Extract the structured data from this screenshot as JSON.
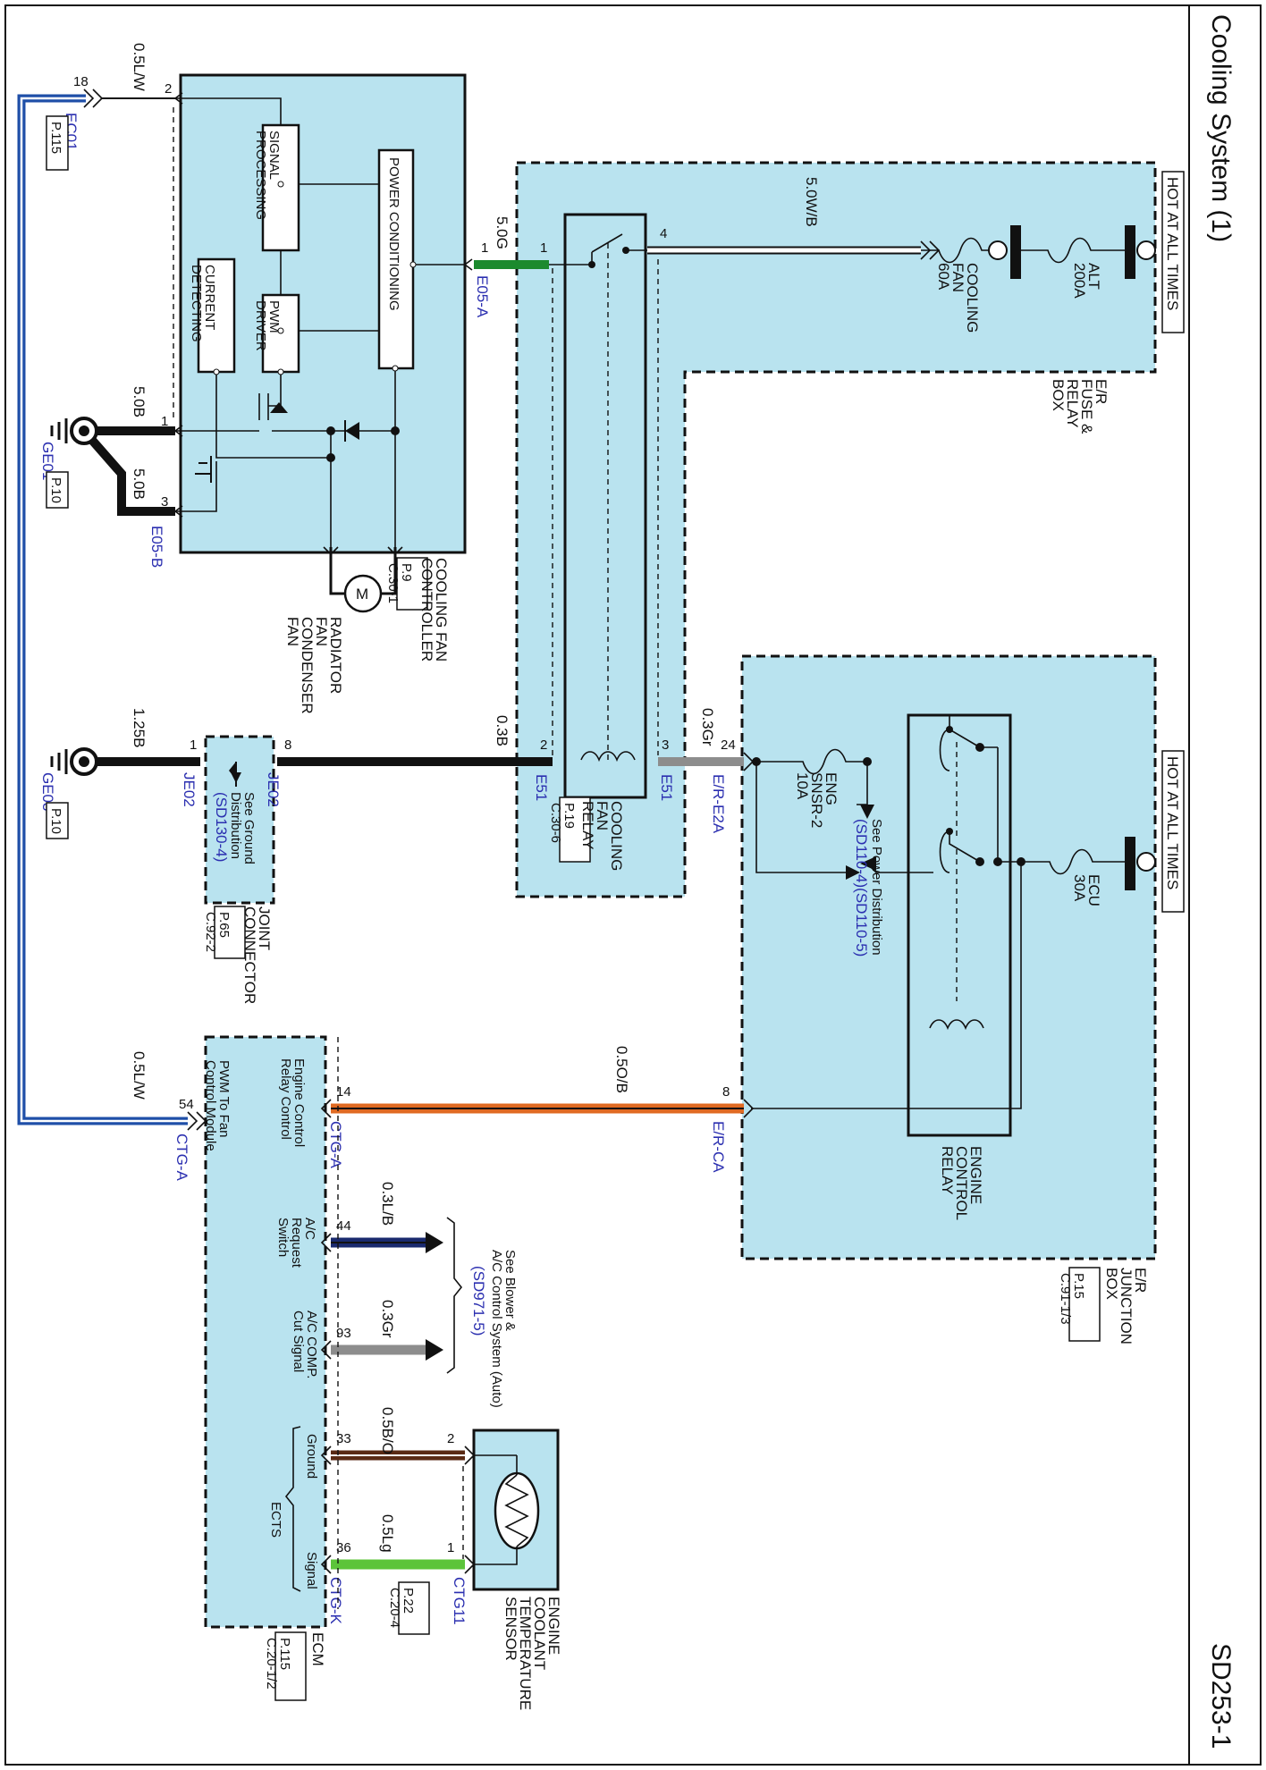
{
  "header": {
    "title": "Cooling System (1)",
    "page_code": "SD253-1"
  },
  "fuse_relay_box": {
    "hot_label": "HOT AT ALL TIMES",
    "name_lines": [
      "E/R",
      "FUSE &",
      "RELAY",
      "BOX"
    ],
    "alt_fuse": [
      "ALT",
      "200A"
    ],
    "fan_fuse": [
      "COOLING",
      "FAN",
      "60A"
    ],
    "wire_top": "5.0W/B",
    "wire_in": "5.0G",
    "pin4": "4",
    "pin1": "1",
    "pin1b": "1",
    "pin2": "2",
    "pin3": "3",
    "connector_a": "E05-A",
    "relay_name": [
      "COOLING",
      "FAN",
      "RELAY"
    ],
    "relay_ref": [
      "P.19",
      "C.30-6"
    ],
    "e51_left": "E51",
    "e51_right": "E51",
    "wire_left": "0.3B",
    "wire_right": "0.3Gr"
  },
  "controller": {
    "signal_processing": [
      "SIGNAL",
      "PROCESSING"
    ],
    "power_conditioning": "POWER CONDITIONING",
    "current_detecting": [
      "CURRENT",
      "DETECTING"
    ],
    "pwm_driver": [
      "PWM",
      "DRIVER"
    ],
    "name": [
      "COOLING FAN",
      "CONTROLLER"
    ],
    "ref": [
      "P.9",
      "C.30-1"
    ],
    "motor": "M",
    "fan_name": [
      "RADIATOR",
      "FAN",
      "CONDENSER",
      "FAN"
    ],
    "pin2": "2",
    "pin1": "1",
    "pin3": "3",
    "wire_top": "0.5L/W",
    "wire_gnd1": "5.0B",
    "wire_gnd2": "5.0B",
    "connector_b": "E05-B"
  },
  "left_column": {
    "pin18": "18",
    "ec01": "EC01",
    "ec01_ref": "P.115",
    "ge01": "GE01",
    "ge01_ref": "P.10",
    "ge03": "GE03",
    "ge03_ref": "P.10",
    "wire_ge03": "1.25B",
    "wire_bottom": "0.5L/W"
  },
  "joint_connector": {
    "text": [
      "See Ground",
      "Distribution"
    ],
    "link": "(SD130-4)",
    "pin8": "8",
    "pin1": "1",
    "je02_a": "JE02",
    "je02_b": "JE02",
    "name": [
      "JOINT",
      "CONNECTOR"
    ],
    "ref": [
      "P.65",
      "C.92-2"
    ]
  },
  "junction_box": {
    "hot_label": "HOT AT ALL TIMES",
    "ecu_fuse": [
      "ECU",
      "30A"
    ],
    "eng_fuse": [
      "ENG",
      "SNSR-2",
      "10A"
    ],
    "see_power": "See Power Distribution",
    "power_link": "(SD110-4)(SD110-5)",
    "pin24": "24",
    "pin8": "8",
    "e2a": "E/R-E2A",
    "ca": "E/R-CA",
    "relay_name": [
      "ENGINE",
      "CONTROL",
      "RELAY"
    ],
    "name_lines": [
      "E/R",
      "JUNCTION",
      "BOX"
    ],
    "ref": [
      "P.15",
      "C.91-1/3"
    ],
    "wire_relay": "0.5O/B"
  },
  "ecm": {
    "name": [
      "PWM To Fan",
      "Control Module"
    ],
    "relay_ctrl": [
      "Engine Control",
      "Relay Control"
    ],
    "ac_request": [
      "A/C",
      "Request",
      "Switch"
    ],
    "ac_comp": [
      "A/C COMP.",
      "Cut Signal"
    ],
    "ground": "Ground",
    "ects": "ECTS",
    "signal": "Signal",
    "pin54": "54",
    "pin14": "14",
    "pin44": "44",
    "pin93": "93",
    "pin33": "33",
    "pin36": "36",
    "ctg_a1": "CTG-A",
    "ctg_a2": "CTG-A",
    "ctg_k": "CTG-K",
    "ecm_label": "ECM",
    "ecm_ref": [
      "P.115",
      "C.20-1/2"
    ],
    "wire_44": "0.3L/B",
    "wire_93": "0.3Gr",
    "wire_33": "0.5B/O",
    "wire_36": "0.5Lg"
  },
  "blower": {
    "text": [
      "See Blower &",
      "A/C Control System (Auto)"
    ],
    "link": "(SD971-5)"
  },
  "sensor": {
    "name": [
      "ENGINE",
      "COOLANT",
      "TEMPERATURE",
      "SENSOR"
    ],
    "ctg11": "CTG11",
    "ref": [
      "P.22",
      "C.20-4"
    ],
    "pin2": "2",
    "pin1": "1"
  },
  "colors": {
    "panel": "#b9e3ef",
    "wire_blue": "#1f4fa8",
    "wire_green": "#1c8a2e",
    "wire_gray": "#8d8d8d",
    "wire_orange": "#e06a22",
    "wire_navy": "#1a2a6e",
    "wire_brown": "#5a2a14",
    "wire_lightgreen": "#5cc43a",
    "connector_text": "#2b2fb0"
  }
}
